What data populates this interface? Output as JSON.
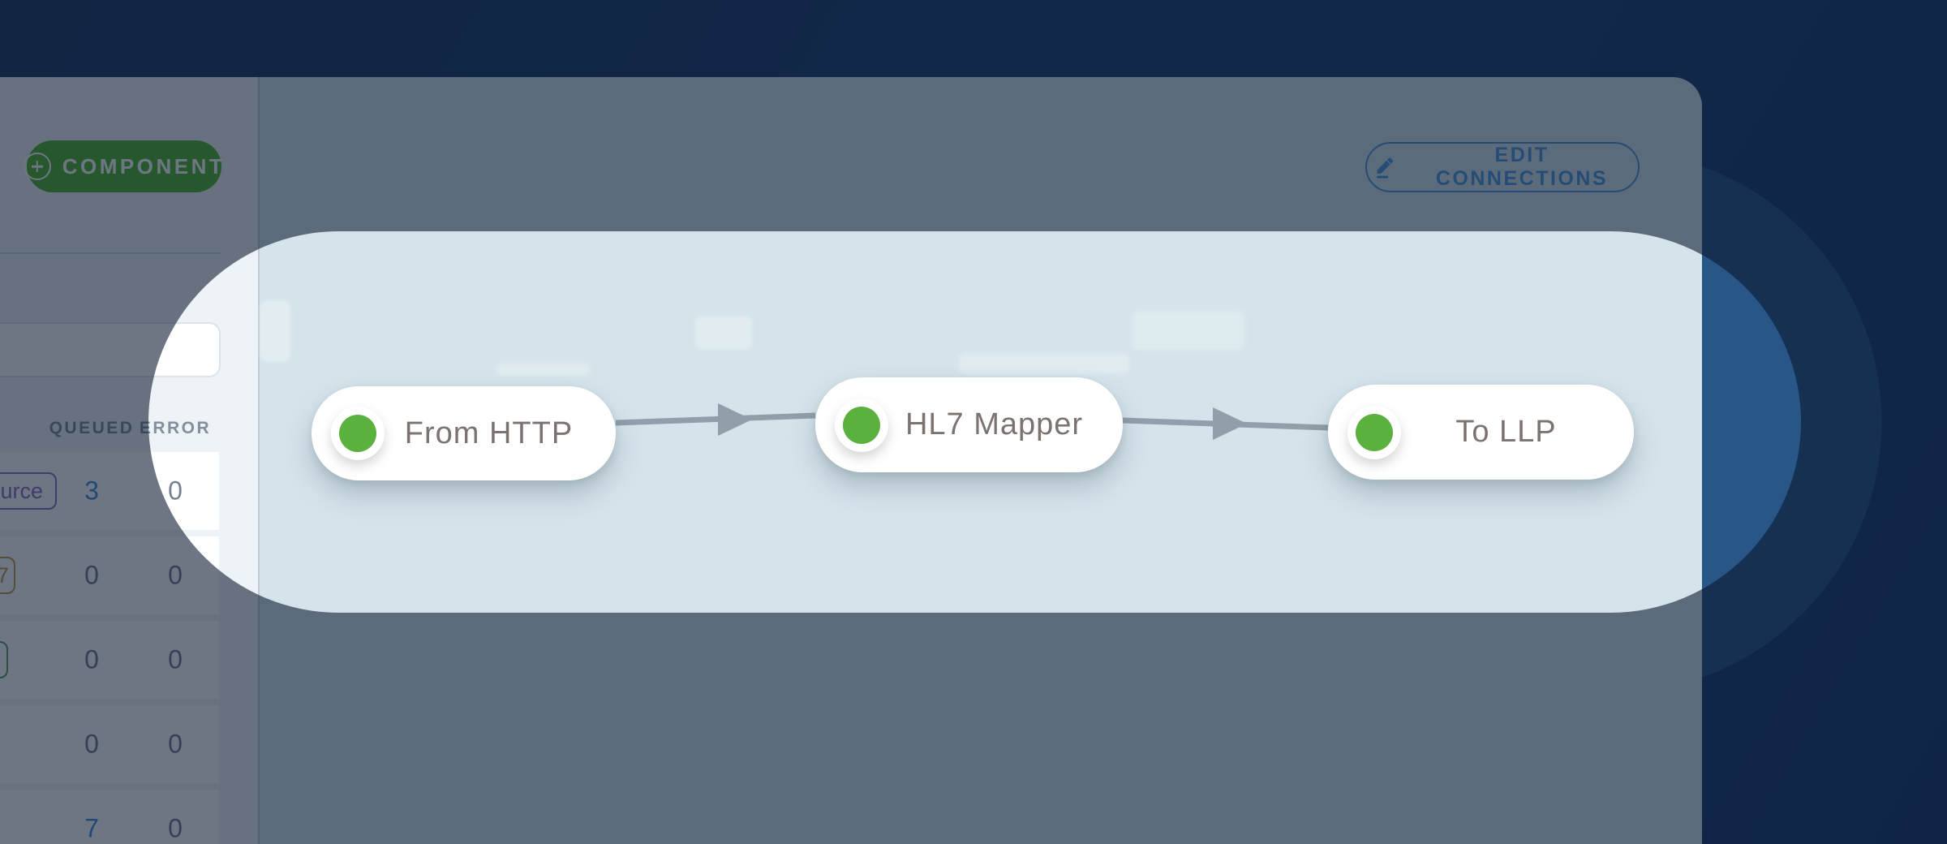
{
  "sidebar": {
    "component_button": {
      "label": "COMPONENT",
      "icon": "plus-circle-icon"
    },
    "search": {
      "value": ""
    },
    "table": {
      "columns": [
        "QUEUED",
        "ERROR"
      ],
      "rows": [
        {
          "badge_text": "urce",
          "badge_color": "purple",
          "queued": "3",
          "error": "0"
        },
        {
          "badge_text": "7",
          "badge_color": "amber",
          "queued": "0",
          "error": "0"
        },
        {
          "badge_text": "",
          "badge_color": "green",
          "queued": "0",
          "error": "0"
        },
        {
          "queued": "0",
          "error": "0"
        },
        {
          "queued": "7",
          "error": "0"
        }
      ]
    }
  },
  "canvas": {
    "edit_connections_button": {
      "label": "EDIT CONNECTIONS",
      "icon": "pencil-icon"
    },
    "nodes": [
      {
        "label": "From HTTP",
        "status": "running"
      },
      {
        "label": "HL7 Mapper",
        "status": "running"
      },
      {
        "label": "To LLP",
        "status": "running"
      }
    ]
  },
  "colors": {
    "navy": "#1a3e71",
    "circle-bright": "#1d4e81",
    "circle-ring": "#225083",
    "sidebar-bg": "#edf3f6",
    "canvas-bg": "#d3e3ea",
    "divider": "#c9d6dd",
    "brand-green": "#4fb32a",
    "status-green": "#52ad34",
    "edit-blue": "#4796db",
    "arrow-gray": "#8d9aa6",
    "node-text": "#756c6a",
    "header-gray": "#7d8997",
    "num-gray": "#6e7988",
    "num-blue": "#3f8edb",
    "badge-purple": "#8d6cc0",
    "badge-amber": "#c29a45",
    "badge-green": "#55a05e",
    "dim": "rgba(13,27,48,0.60)"
  }
}
